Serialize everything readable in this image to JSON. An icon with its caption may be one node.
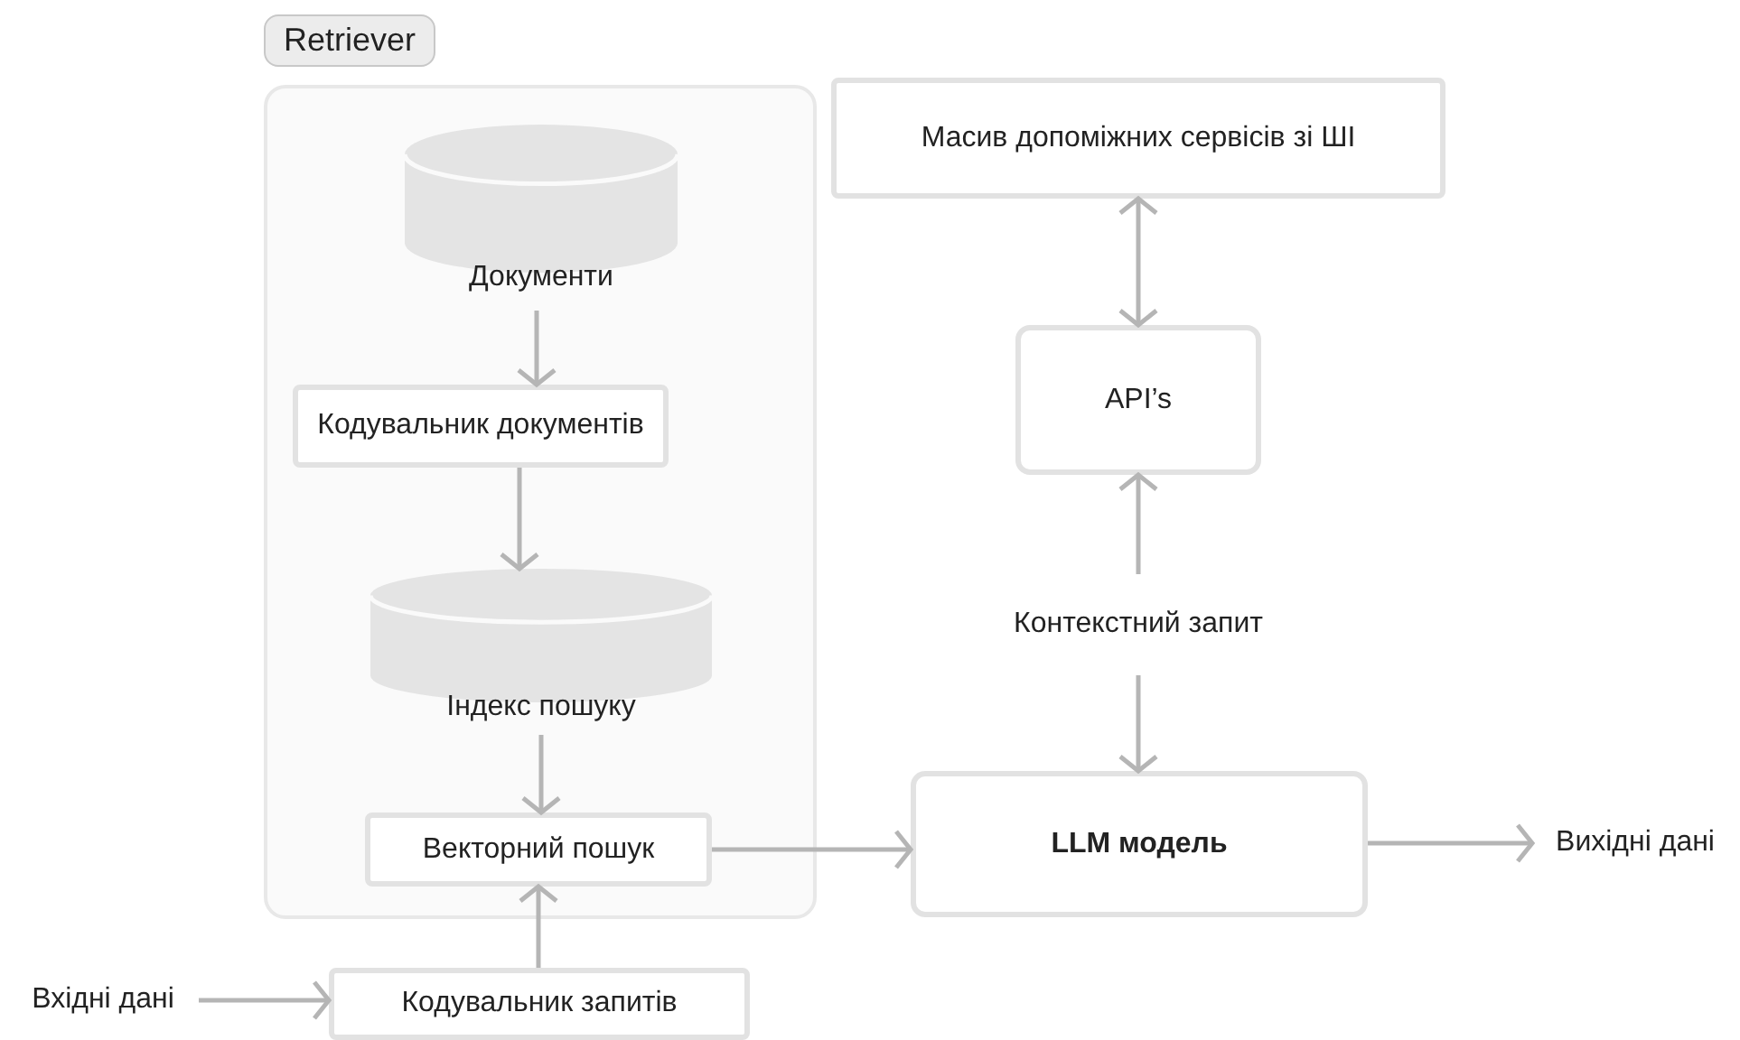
{
  "diagram": {
    "nodes": [
      {
        "text": [
          "Retriever"
        ]
      },
      {
        "text": [
          "Документи"
        ],
        "in": 0
      },
      {
        "text": [
          "Кодувальник документів"
        ],
        "in": 0
      },
      {
        "text": [
          "Індекс пошуку"
        ],
        "in": 0
      },
      {
        "text": [
          "Векторний пошук"
        ],
        "in": 0
      },
      {
        "text": [
          "Кодувальник запитів"
        ]
      },
      {
        "text": [
          "Вхідні дані"
        ]
      },
      {
        "text": [
          "Масив допоміжних сервісів зі ШІ"
        ]
      },
      {
        "text": [
          "API’s"
        ]
      },
      {
        "text": [
          "Контекстний запит"
        ]
      },
      {
        "text": [
          "LLM модель"
        ]
      },
      {
        "text": [
          "Вихідні дані"
        ]
      }
    ],
    "edges": [
      {
        "from": 1,
        "to": 2,
        "arrow": "to"
      },
      {
        "from": 2,
        "to": 3,
        "arrow": "to"
      },
      {
        "from": 3,
        "to": 4,
        "arrow": "to"
      },
      {
        "from": 5,
        "to": 4,
        "arrow": "to"
      },
      {
        "from": 6,
        "to": 5,
        "arrow": "to"
      },
      {
        "from": 4,
        "to": 10,
        "arrow": "to"
      },
      {
        "from": 10,
        "to": 11,
        "arrow": "to"
      },
      {
        "from": 9,
        "to": 8,
        "arrow": "to"
      },
      {
        "from": 9,
        "to": 10,
        "arrow": "to"
      },
      {
        "from": 8,
        "to": 7,
        "arrow": "both"
      }
    ]
  }
}
